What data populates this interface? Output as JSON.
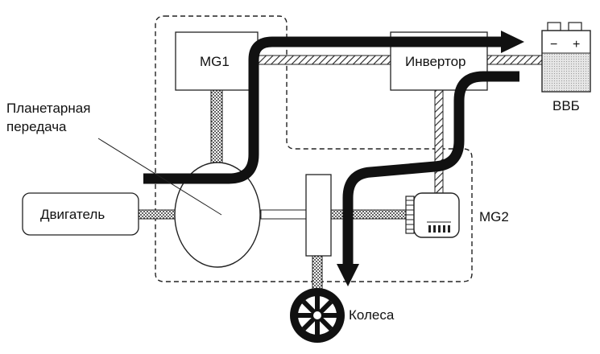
{
  "diagram": {
    "labels": {
      "mg1": "MG1",
      "inverter": "Инвертор",
      "battery": "ВВБ",
      "battery_minus": "−",
      "battery_plus": "+",
      "planetary_line1": "Планетарная",
      "planetary_line2": "передача",
      "engine": "Двигатель",
      "mg2": "MG2",
      "wheels": "Колеса"
    }
  }
}
